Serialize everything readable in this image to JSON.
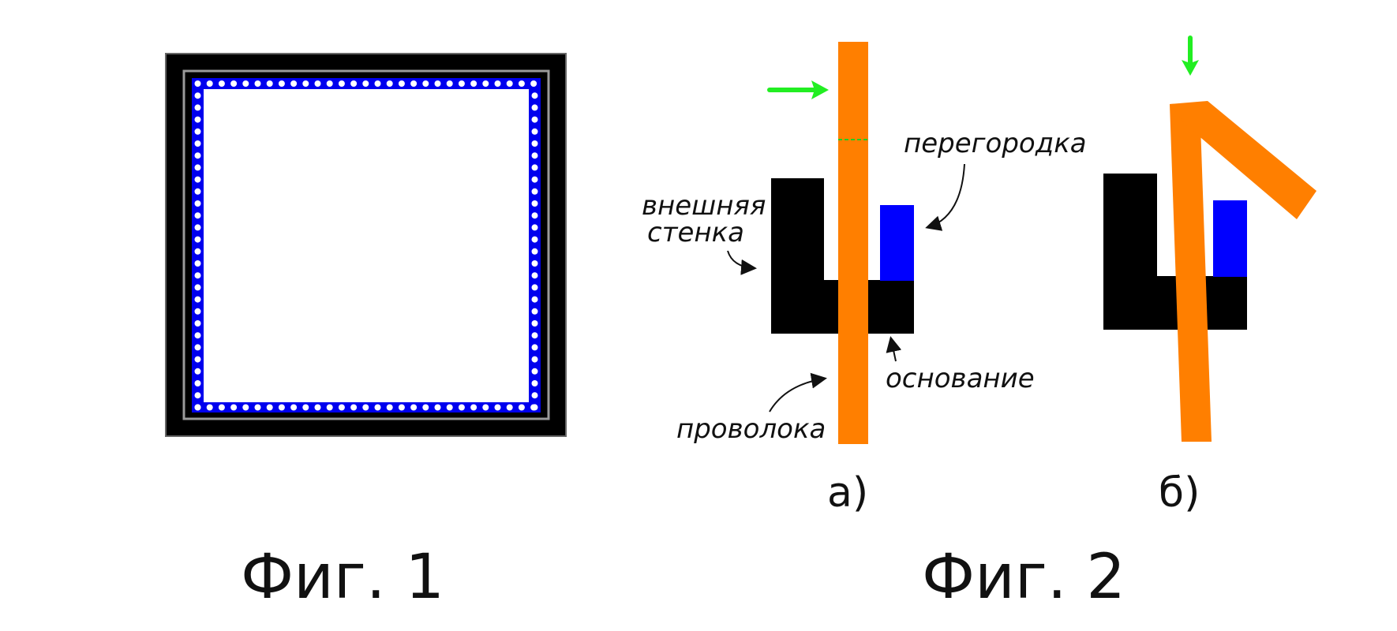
{
  "colors": {
    "frame": "#000000",
    "frame_rail": "#9a9a9a",
    "membrane": "#0000ee",
    "dots": "#ffffff",
    "wire": "#ff7f00",
    "partition": "#0000ff",
    "base": "#000000",
    "arrow": "#22ee22"
  },
  "figure1": {
    "caption": "Фиг. 1"
  },
  "figure2": {
    "caption": "Фиг. 2",
    "panel_a": {
      "letter": "а)",
      "labels": {
        "outer_wall": [
          "внешняя",
          "стенка"
        ],
        "partition": "перегородка",
        "base": "основание",
        "wire": "проволока"
      }
    },
    "panel_b": {
      "letter": "б)"
    }
  }
}
